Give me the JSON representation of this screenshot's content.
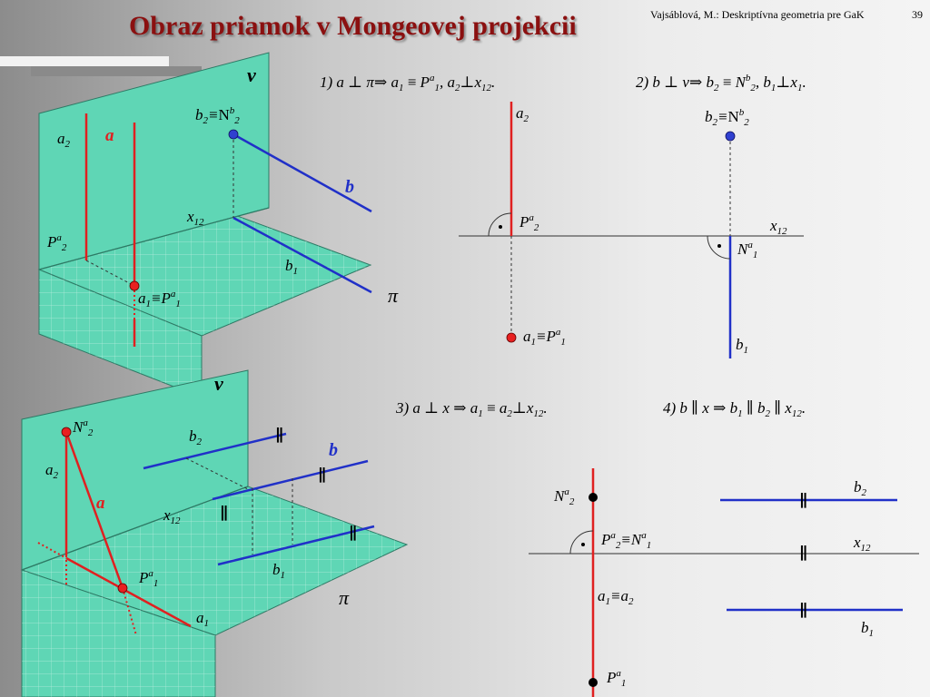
{
  "header": {
    "title": "Obraz priamok v Mongeovej projekcii",
    "credit": "Vajsáblová, M.: Deskriptívna geometria pre GaK",
    "page_number": "39"
  },
  "colors": {
    "title": "#8b1010",
    "plane_fill": "#5fd6b5",
    "plane_stroke": "#2e7a65",
    "line_a": "#e02020",
    "line_b": "#2030c8",
    "point_red": "#e82020",
    "point_blue": "#3040d0"
  },
  "cases": [
    {
      "number": "1)",
      "var": "a",
      "perp": "⊥",
      "plane": "π",
      "implies": "⇒",
      "r1": "a",
      "r1s": "1",
      "equiv": "≡",
      "r2": "P",
      "r2sup": "a",
      "r2s": "1",
      "comma": ",",
      "r3": "a",
      "r3s": "2",
      "r4": "x",
      "r4s": "12",
      "end": "."
    },
    {
      "number": "2)",
      "var": "b",
      "perp": "⊥",
      "plane": "ν",
      "implies": "⇒",
      "r1": "b",
      "r1s": "2",
      "equiv": "≡",
      "r2": "N",
      "r2sup": "b",
      "r2s": "2",
      "comma": ",",
      "r3": "b",
      "r3s": "1",
      "r4": "x",
      "r4s": "1",
      "end": "."
    },
    {
      "number": "3)",
      "var": "a",
      "perp": "⊥",
      "axis": "x",
      "implies": "⇒",
      "r1": "a",
      "r1s": "1",
      "equiv": "≡",
      "r2": "a",
      "r2s": "2",
      "r3": "x",
      "r3s": "12",
      "end": "."
    },
    {
      "number": "4)",
      "var": "b",
      "par": "∥",
      "axis": "x",
      "implies": "⇒",
      "r1": "b",
      "r1s": "1",
      "r2": "b",
      "r2s": "2",
      "r3": "x",
      "r3s": "12",
      "end": "."
    }
  ],
  "labels": {
    "a": "a",
    "b": "b",
    "a2": "a",
    "a1": "a",
    "b2": "b",
    "b1": "b",
    "s1": "1",
    "s2": "2",
    "s12": "12",
    "x": "x",
    "P": "P",
    "N": "N",
    "sup_a": "a",
    "sup_b": "b",
    "Nroman": "N",
    "equiv": "≡",
    "parallel": "∥",
    "dot": "•",
    "pi": "π",
    "nu": "ν"
  }
}
